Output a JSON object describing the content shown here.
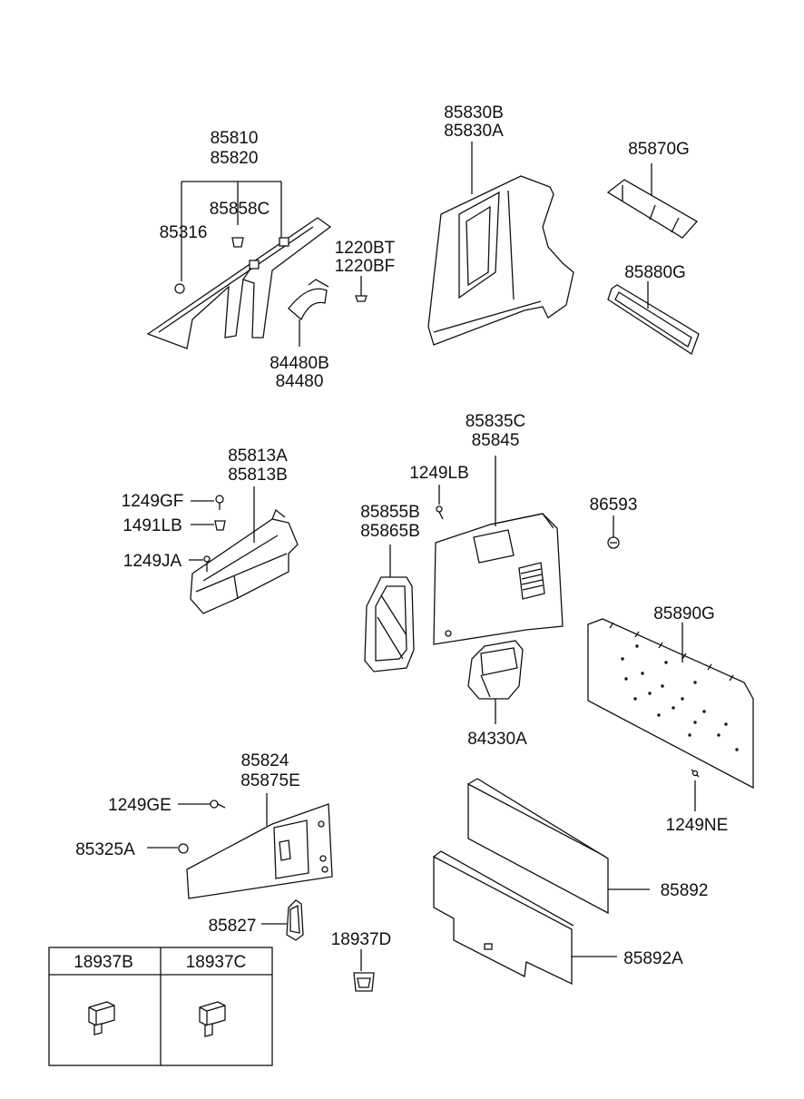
{
  "labels": {
    "p85810": "85810",
    "p85820": "85820",
    "p85858C": "85858C",
    "p85316": "85316",
    "p1220BT": "1220BT",
    "p1220BF": "1220BF",
    "p84480B": "84480B",
    "p84480": "84480",
    "p85830B": "85830B",
    "p85830A": "85830A",
    "p85870G": "85870G",
    "p85880G": "85880G",
    "p85813A": "85813A",
    "p85813B": "85813B",
    "p1249GF": "1249GF",
    "p1491LB": "1491LB",
    "p1249JA": "1249JA",
    "p85835C": "85835C",
    "p85845": "85845",
    "p1249LB": "1249LB",
    "p85855B": "85855B",
    "p85865B": "85865B",
    "p86593": "86593",
    "p85890G": "85890G",
    "p84330A": "84330A",
    "p1249NE": "1249NE",
    "p85824": "85824",
    "p85875E": "85875E",
    "p1249GE": "1249GE",
    "p85325A": "85325A",
    "p85827": "85827",
    "p18937D": "18937D",
    "p85892": "85892",
    "p85892A": "85892A",
    "p18937B": "18937B",
    "p18937C": "18937C"
  }
}
